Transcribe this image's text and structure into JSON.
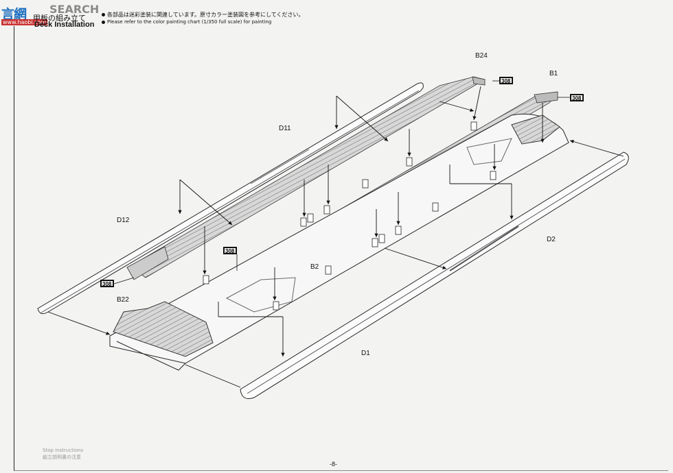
{
  "header": {
    "logo_text": "言網",
    "logo_site": "www.haobi.com",
    "watermark": "SEARCH",
    "step_title_jp": "甲板の組み立て",
    "step_title_en": "Deck Installation",
    "note_jp": "各部品は迷彩塗装に関連しています。原寸カラー塗装図を参考にしてください。",
    "note_en": "Please refer to the color painting chart (1/350 full scale) for painting"
  },
  "parts": {
    "b24": "B24",
    "b1": "B1",
    "d11": "D11",
    "d12": "D12",
    "b22": "B22",
    "b2": "B2",
    "d2": "D2",
    "d1": "D1"
  },
  "paint_codes": {
    "b24": "308",
    "b1": "308",
    "b22": "308",
    "b2": "308"
  },
  "footer": {
    "line1": "Stop instructions",
    "line2": "組立説明書の注意"
  },
  "page_number": "-8-"
}
